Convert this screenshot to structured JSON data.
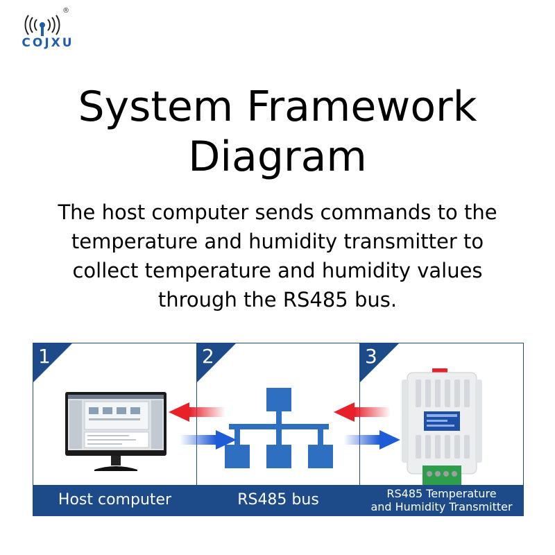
{
  "brand": {
    "name": "COJXU",
    "registered_mark": "®"
  },
  "header": {
    "title_line1": "System Framework",
    "title_line2": "Diagram",
    "description_lines": [
      "The host computer sends commands to the",
      "temperature and humidity transmitter to",
      "collect temperature and humidity values",
      "through the RS485 bus."
    ]
  },
  "panels": [
    {
      "number": "1",
      "label": "Host computer",
      "icon": "monitor-icon"
    },
    {
      "number": "2",
      "label": "RS485 bus",
      "icon": "network-tree-icon"
    },
    {
      "number": "3",
      "label_line1": "RS485 Temperature",
      "label_line2": "and Humidity Transmitter",
      "icon": "transmitter-device-icon"
    }
  ],
  "arrows": {
    "to_host_color": "#e8202a",
    "to_device_color": "#1e5bd6"
  },
  "colors": {
    "panel_border": "#1d4a88",
    "label_bg": "#1d4a88",
    "brand_blue": "#1d5fae",
    "tree_blue": "#2f6fc2"
  }
}
